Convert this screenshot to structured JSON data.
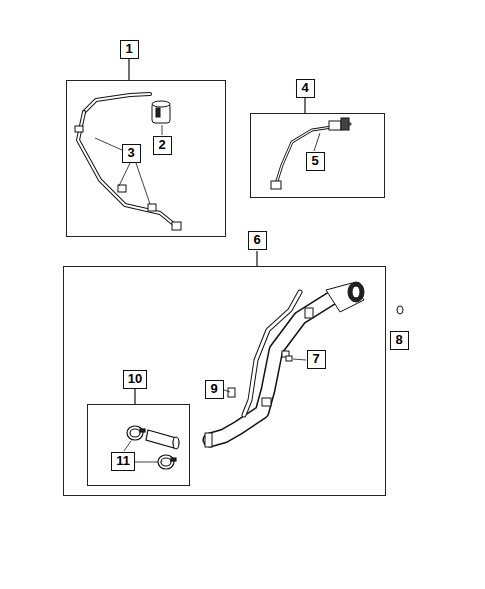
{
  "diagram": {
    "nodes": [
      {
        "text": [
          "1"
        ]
      },
      {
        "text": [
          "2"
        ],
        "in": 0
      },
      {
        "text": [
          "3"
        ],
        "in": 0
      },
      {
        "text": [
          "4"
        ]
      },
      {
        "text": [
          "5"
        ],
        "in": 3
      },
      {
        "text": [
          "6"
        ]
      },
      {
        "text": [
          "7"
        ],
        "in": 5
      },
      {
        "text": [
          "9"
        ],
        "in": 5
      },
      {
        "text": [
          "10"
        ],
        "in": 5
      },
      {
        "text": [
          "11"
        ],
        "in": 8
      },
      {
        "text": [
          "8"
        ]
      }
    ]
  }
}
